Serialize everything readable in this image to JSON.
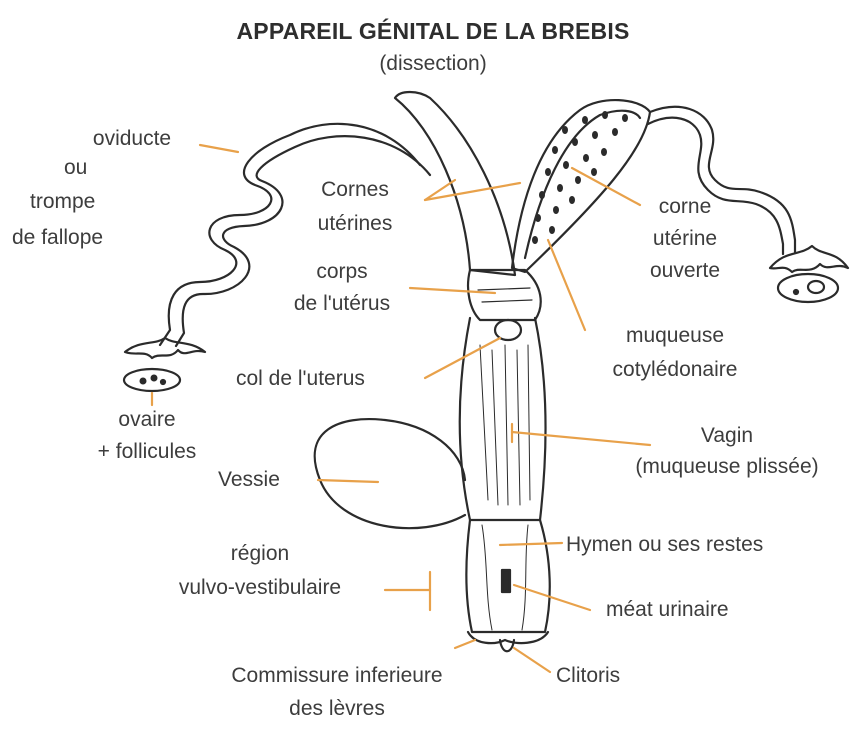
{
  "title": "APPAREIL GÉNITAL DE LA BREBIS",
  "subtitle": "(dissection)",
  "colors": {
    "leader": "#e8a14a",
    "ink": "#2b2b2b",
    "text": "#3d3d3d",
    "background": "#ffffff"
  },
  "labels": {
    "oviducte": [
      "oviducte",
      "ou",
      "trompe",
      "de fallope"
    ],
    "cornes_uterines": [
      "Cornes",
      "utérines"
    ],
    "corne_ouverte": [
      "corne",
      "utérine",
      "ouverte"
    ],
    "corps_uterus": [
      "corps",
      "de l'utérus"
    ],
    "muqueuse": [
      "muqueuse",
      "cotylédonaire"
    ],
    "col": "col de l'uterus",
    "ovaire": [
      "ovaire",
      "+ follicules"
    ],
    "vagin": [
      "Vagin",
      "(muqueuse plissée)"
    ],
    "vessie": "Vessie",
    "region": [
      "région",
      "vulvo-vestibulaire"
    ],
    "hymen": "Hymen ou ses restes",
    "meat": "méat urinaire",
    "commissure": [
      "Commissure inferieure",
      "des lèvres"
    ],
    "clitoris": "Clitoris"
  }
}
